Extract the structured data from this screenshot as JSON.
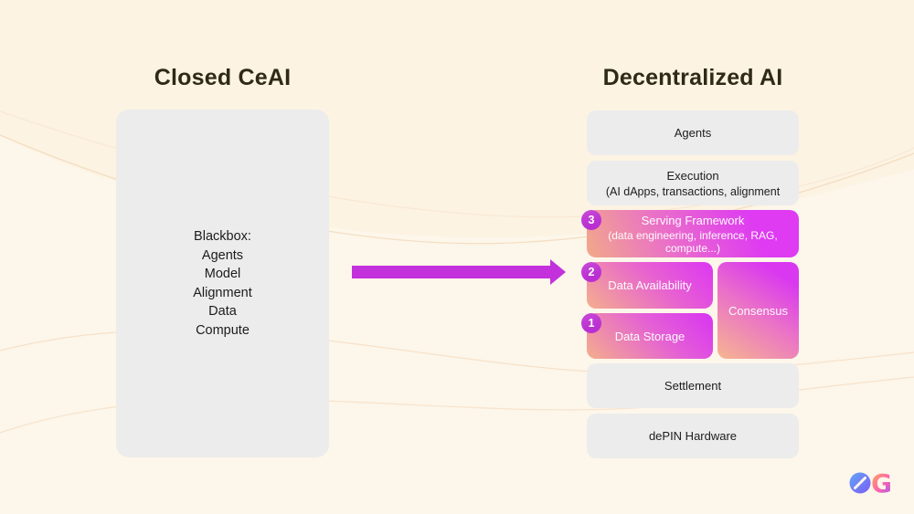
{
  "left": {
    "title": "Closed CeAI",
    "box_lines": [
      "Blackbox:",
      "Agents",
      "Model",
      "Alignment",
      "Data",
      "Compute"
    ]
  },
  "right": {
    "title": "Decentralized AI",
    "agents": "Agents",
    "execution_title": "Execution",
    "execution_sub": "(AI dApps, transactions, alignment",
    "serving_title": "Serving Framework",
    "serving_sub": "(data engineering, inference, RAG, compute...)",
    "data_availability": "Data Availability",
    "consensus": "Consensus",
    "data_storage": "Data Storage",
    "settlement": "Settlement",
    "depin": "dePIN Hardware",
    "badge_serving": "3",
    "badge_da": "2",
    "badge_ds": "1"
  },
  "logo": {
    "g_letter": "G",
    "zero_icon": "zero-slash-icon"
  },
  "colors": {
    "background": "#fdf6ea",
    "heading_text": "#2e2a16",
    "gray_box": "#ececec",
    "arrow_magenta": "#c231dc",
    "badge_purple": "#b92fd2",
    "gradient_peach": "#f4af8e",
    "gradient_magenta": "#dd3af0",
    "wave_line": "#f1d4b2"
  }
}
